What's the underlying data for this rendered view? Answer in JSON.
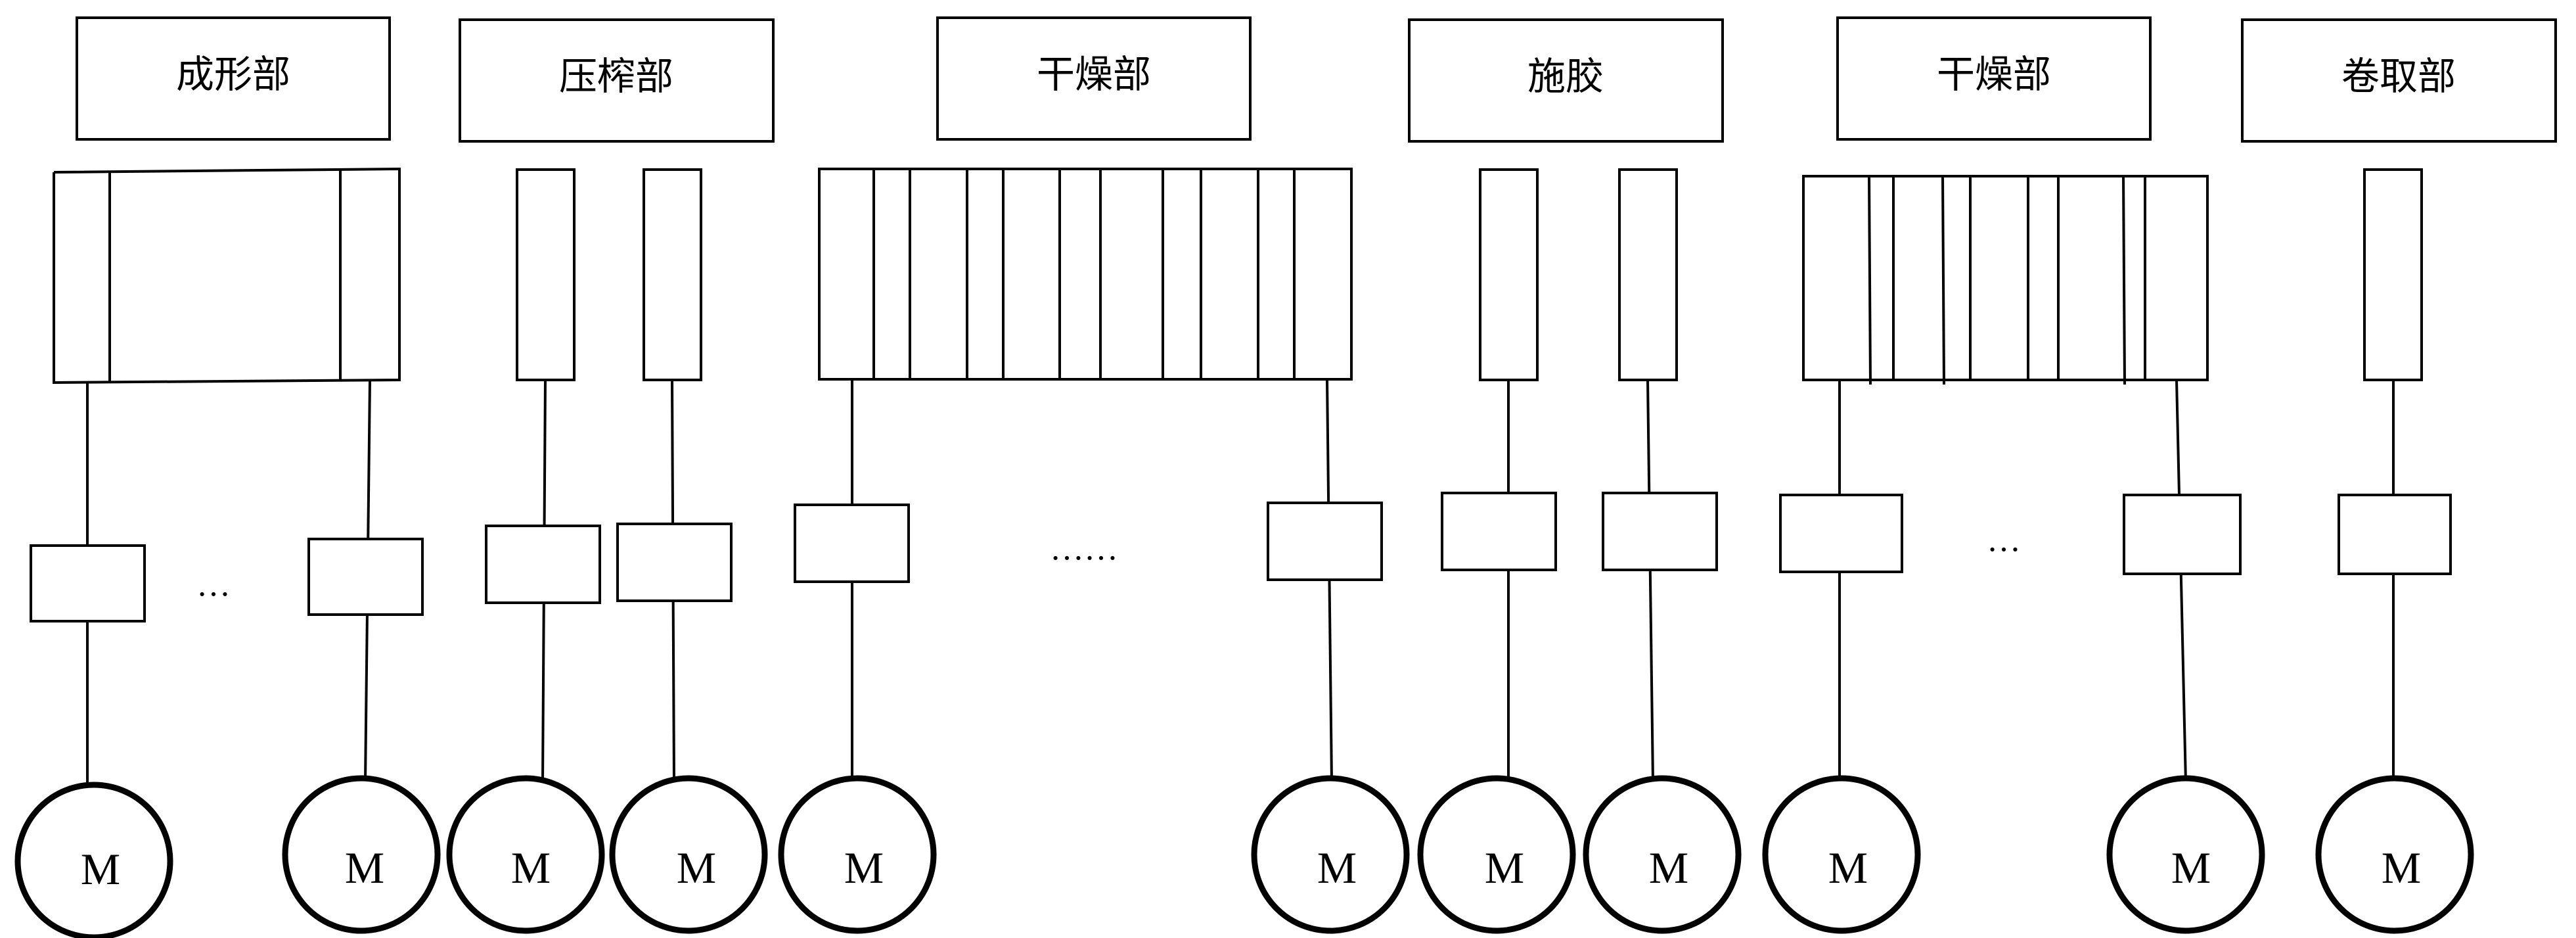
{
  "sections": [
    {
      "label": "成形部"
    },
    {
      "label": "压榨部"
    },
    {
      "label": "干燥部"
    },
    {
      "label": "施胶"
    },
    {
      "label": "干燥部"
    },
    {
      "label": "卷取部"
    }
  ],
  "motor_label": "M",
  "ellipsis_short": "…",
  "ellipsis_long": "……"
}
